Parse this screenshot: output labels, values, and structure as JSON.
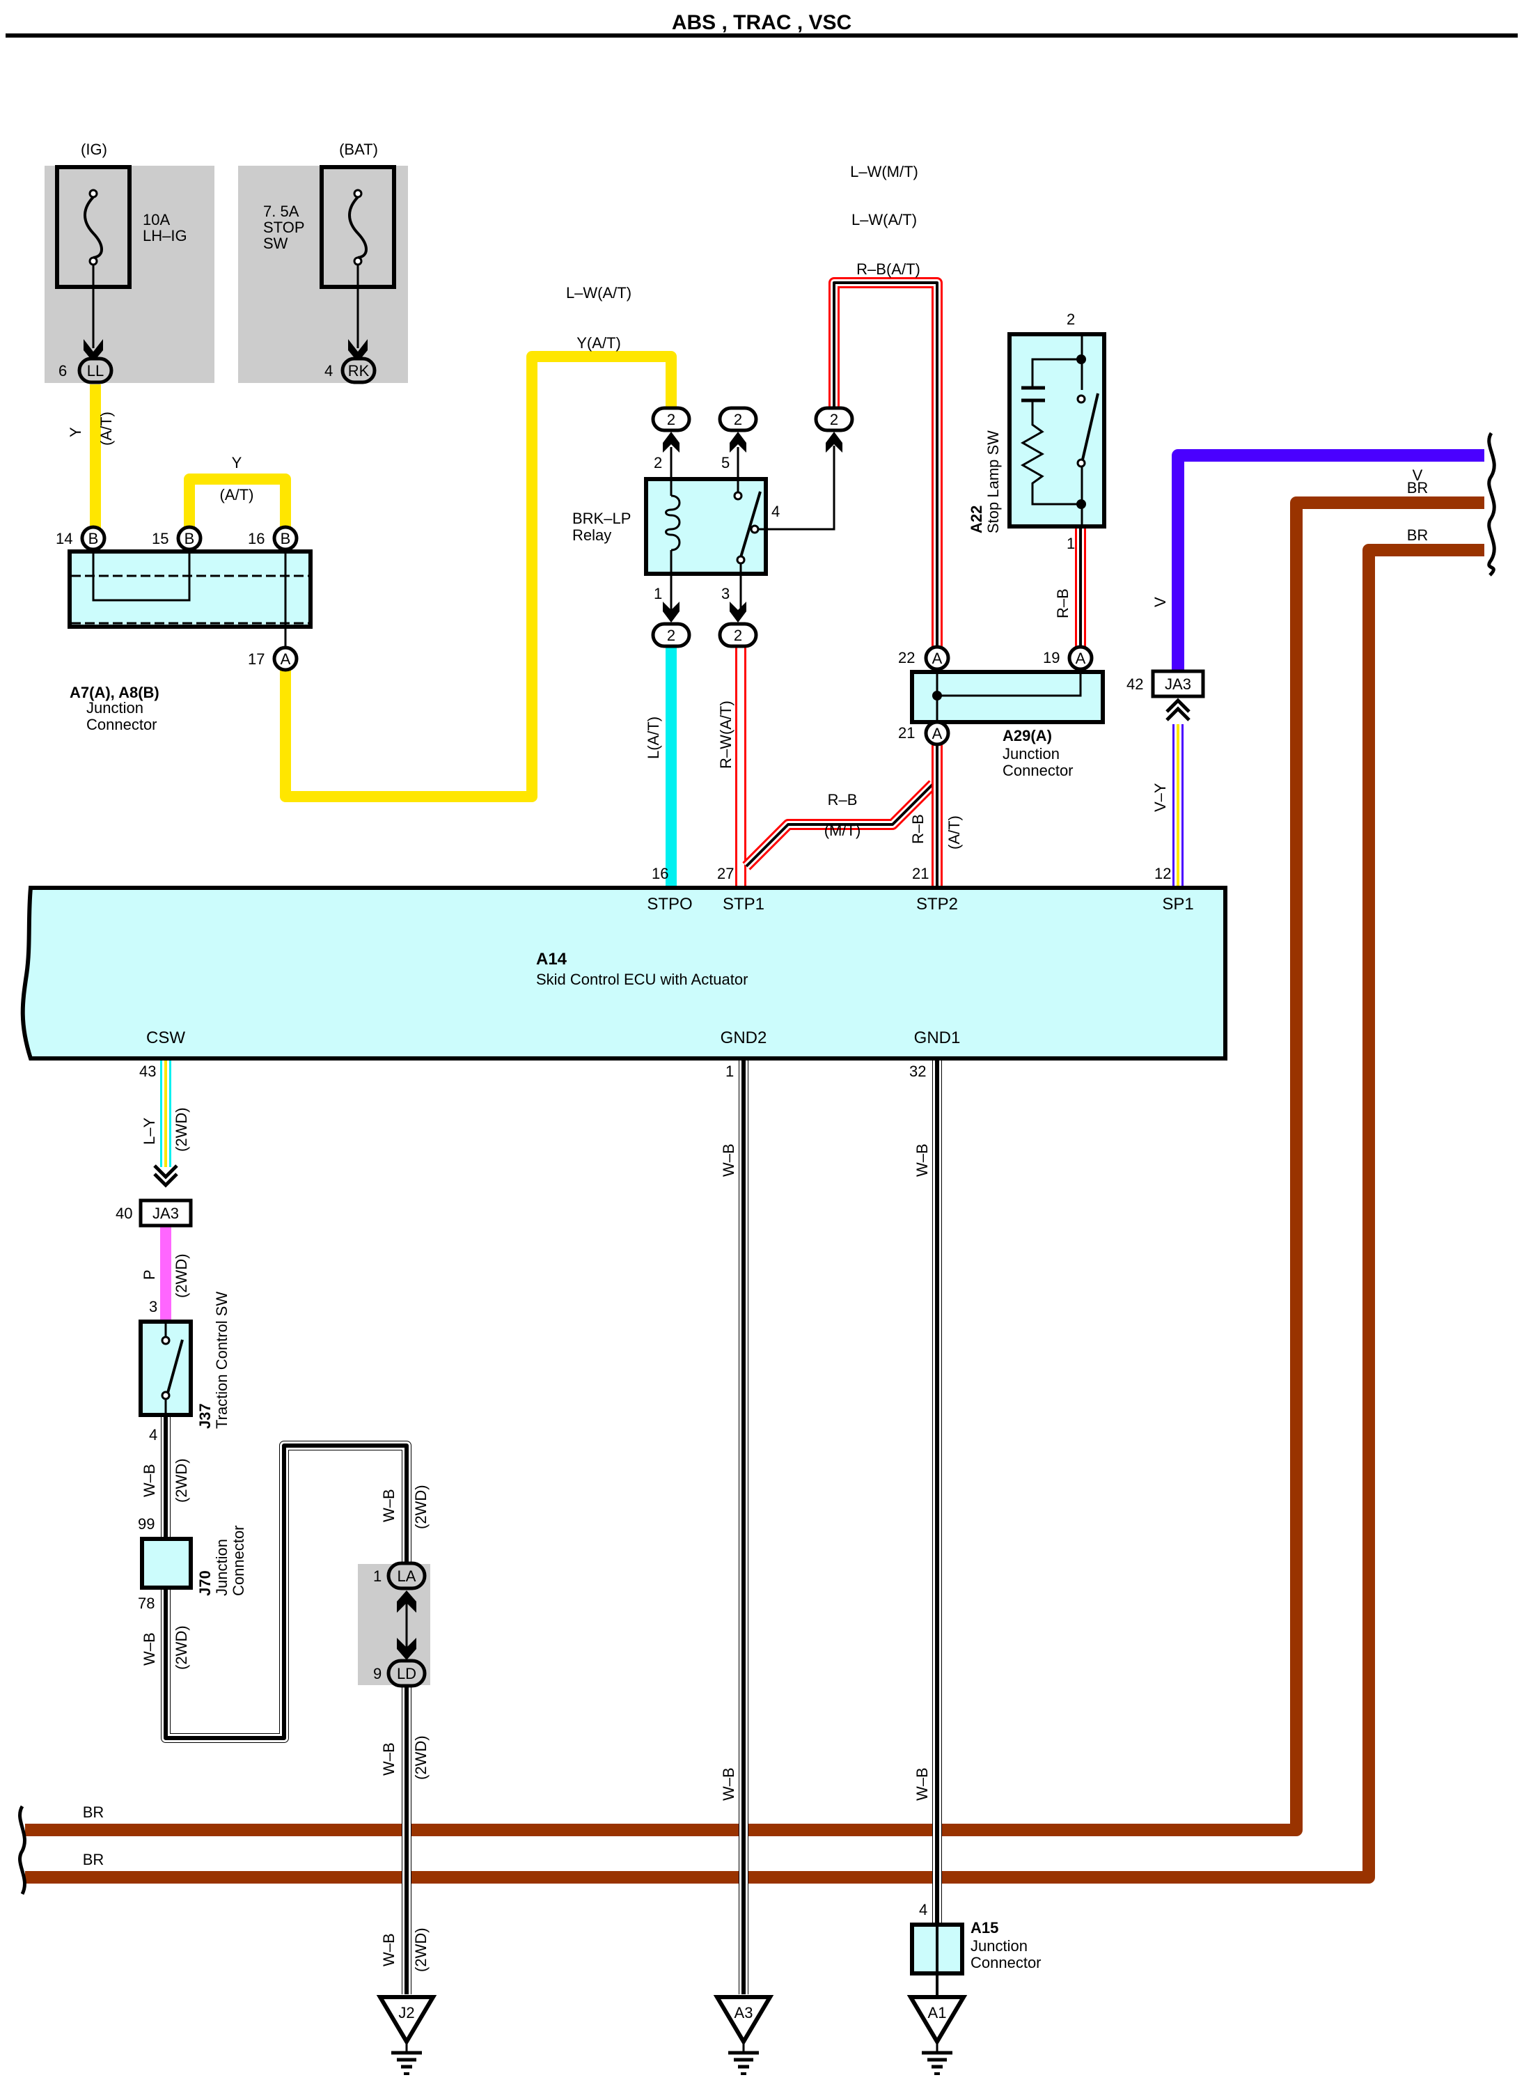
{
  "title": "ABS , TRAC , VSC",
  "colors": {
    "yellow": "#ffe600",
    "light_blue": "#00f0f0",
    "red": "#ff0000",
    "violet": "#4a00ff",
    "brown": "#993300",
    "pink": "#ff66ff",
    "component_fill": "#ccfcfc",
    "fuse_bg": "#cccccc"
  },
  "fuses": [
    {
      "supply": "(IG)",
      "rating": "10A",
      "name": "LH–IG",
      "pin": "6",
      "connector": "LL"
    },
    {
      "supply": "(BAT)",
      "rating": "7. 5A",
      "name_line1": "STOP",
      "name_line2": "SW",
      "pin": "4",
      "connector": "RK"
    }
  ],
  "junction_a7a8": {
    "id": "A7(A), A8(B)",
    "desc_line1": "Junction",
    "desc_line2": "Connector",
    "pins": [
      {
        "num": "14",
        "letter": "B"
      },
      {
        "num": "15",
        "letter": "B"
      },
      {
        "num": "16",
        "letter": "B"
      },
      {
        "num": "17",
        "letter": "A"
      }
    ]
  },
  "relay": {
    "name_line1": "BRK–LP",
    "name_line2": "Relay",
    "pins": [
      "2",
      "5",
      "4",
      "1",
      "3"
    ],
    "connector_code": "2"
  },
  "stop_lamp_sw": {
    "id": "A22",
    "name": "Stop Lamp SW",
    "pin_top": "2",
    "pin_bottom": "1"
  },
  "junction_a29": {
    "id": "A29(A)",
    "desc_line1": "Junction",
    "desc_line2": "Connector",
    "pins": [
      {
        "num": "22",
        "letter": "A"
      },
      {
        "num": "19",
        "letter": "A"
      },
      {
        "num": "21",
        "letter": "A"
      }
    ]
  },
  "ja3_top": {
    "pin": "42",
    "name": "JA3"
  },
  "ja3_bottom": {
    "pin": "40",
    "name": "JA3"
  },
  "ecu": {
    "id": "A14",
    "name": "Skid Control ECU with Actuator",
    "top_terminals": [
      {
        "pin": "16",
        "name": "STPO"
      },
      {
        "pin": "27",
        "name": "STP1"
      },
      {
        "pin": "21",
        "name": "STP2"
      },
      {
        "pin": "12",
        "name": "SP1"
      }
    ],
    "bottom_terminals": [
      {
        "pin": "43",
        "name": "CSW"
      },
      {
        "pin": "1",
        "name": "GND2"
      },
      {
        "pin": "32",
        "name": "GND1"
      }
    ]
  },
  "traction_sw": {
    "id": "J37",
    "name": "Traction Control SW",
    "pin_top": "3",
    "pin_bottom": "4"
  },
  "junction_j70": {
    "id": "J70",
    "desc_line1": "Junction",
    "desc_line2": "Connector",
    "pin_top": "99",
    "pin_bottom": "78"
  },
  "connector_la_ld": [
    {
      "pin": "1",
      "code": "LA"
    },
    {
      "pin": "9",
      "code": "LD"
    }
  ],
  "junction_a15": {
    "id": "A15",
    "desc_line1": "Junction",
    "desc_line2": "Connector",
    "pin": "4"
  },
  "grounds": [
    "J2",
    "A3",
    "A1"
  ],
  "wire_labels": {
    "y": "Y",
    "at": "(A/T)",
    "mt": "(M/T)",
    "y_at": "Y(A/T)",
    "lw_mt": "L–W(M/T)",
    "lw_at": "L–W(A/T)",
    "rb_at": "R–B(A/T)",
    "rb": "R–B",
    "l_at": "L(A/T)",
    "rw_at": "R–W(A/T)",
    "v": "V",
    "br": "BR",
    "vy": "V–Y",
    "ly": "L–Y",
    "p": "P",
    "wb": "W–B",
    "twowd": "(2WD)"
  }
}
